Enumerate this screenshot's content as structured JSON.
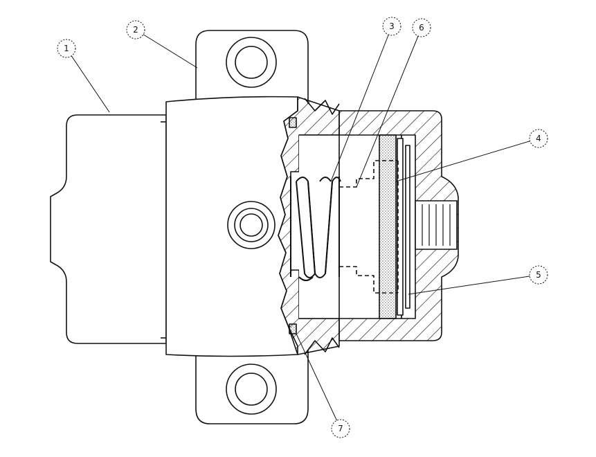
{
  "callouts": [
    {
      "id": "c1",
      "label": "1"
    },
    {
      "id": "c2",
      "label": "2"
    },
    {
      "id": "c3",
      "label": "3"
    },
    {
      "id": "c6",
      "label": "6"
    },
    {
      "id": "c4",
      "label": "4"
    },
    {
      "id": "c5",
      "label": "5"
    },
    {
      "id": "c7",
      "label": "7"
    }
  ],
  "colors": {
    "line": "#111111",
    "paper": "#ffffff",
    "filter_stipple": "#555555"
  }
}
